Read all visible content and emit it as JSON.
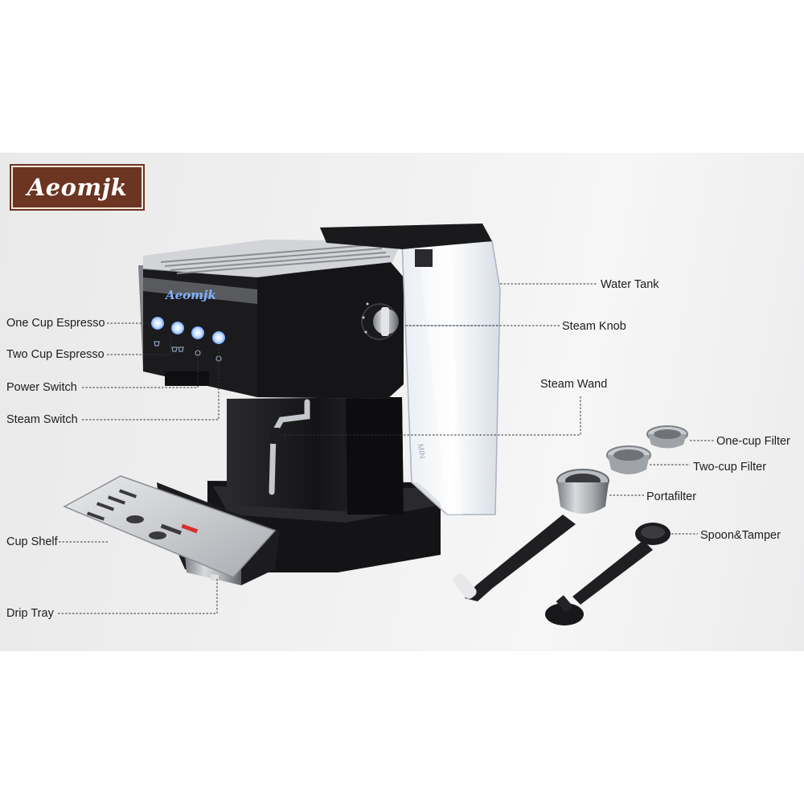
{
  "brand": {
    "logo_text": "Aeomjk",
    "panel_text": "Aeomjk"
  },
  "labels": {
    "one_cup_espresso": "One Cup Espresso",
    "two_cup_espresso": "Two Cup Espresso",
    "power_switch": "Power Switch",
    "steam_switch": "Steam Switch",
    "cup_shelf": "Cup Shelf",
    "drip_tray": "Drip Tray",
    "water_tank": "Water Tank",
    "steam_knob": "Steam Knob",
    "steam_wand": "Steam Wand",
    "one_cup_filter": "One-cup Filter",
    "two_cup_filter": "Two-cup Filter",
    "portafilter": "Portafilter",
    "spoon_tamper": "Spoon&Tamper"
  },
  "tank_marking": "MIN",
  "colors": {
    "logo_bg": "#6b3521",
    "machine_body": "#1e1e20",
    "steel": "#b9bcc0",
    "button_glow": "#6aa6ff",
    "leader_line": "#333333"
  }
}
